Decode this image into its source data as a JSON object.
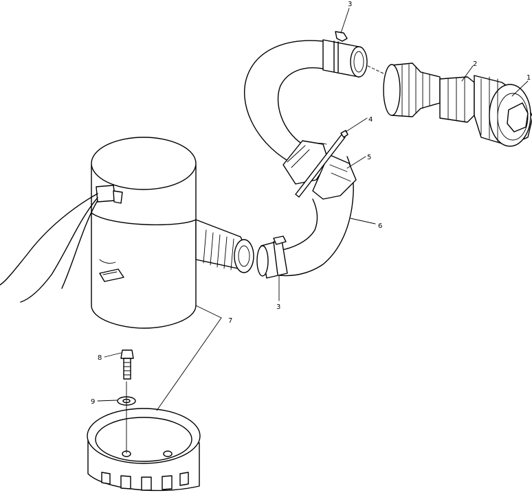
{
  "callouts": {
    "c1": "1",
    "c2": "2",
    "c3_top": "3",
    "c3_bottom": "3",
    "c4": "4",
    "c5": "5",
    "c6": "6",
    "c7": "7",
    "c8": "8",
    "c9": "9"
  },
  "colors": {
    "line": "#000000",
    "background": "#ffffff"
  }
}
